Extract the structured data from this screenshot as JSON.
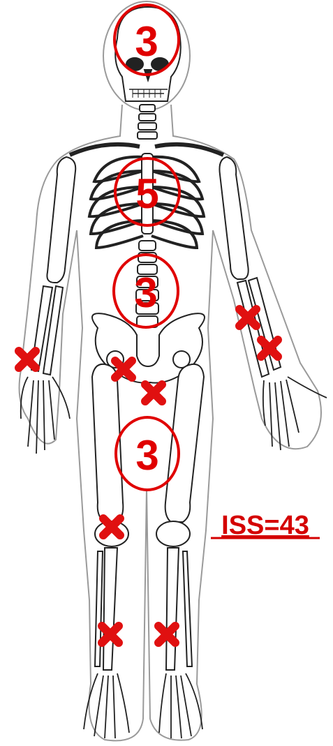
{
  "diagram": {
    "accent_color": "#e00000",
    "region_scores": {
      "head": "3",
      "chest": "5",
      "abdomen": "3",
      "thigh": "3"
    },
    "iss_label": "ISS=43",
    "marker_icon": "red-x-marker",
    "injury_markers": [
      "right-wrist",
      "left-forearm-upper",
      "left-forearm-lower",
      "right-hip",
      "pelvis-center",
      "right-knee",
      "right-shin",
      "left-shin"
    ]
  }
}
